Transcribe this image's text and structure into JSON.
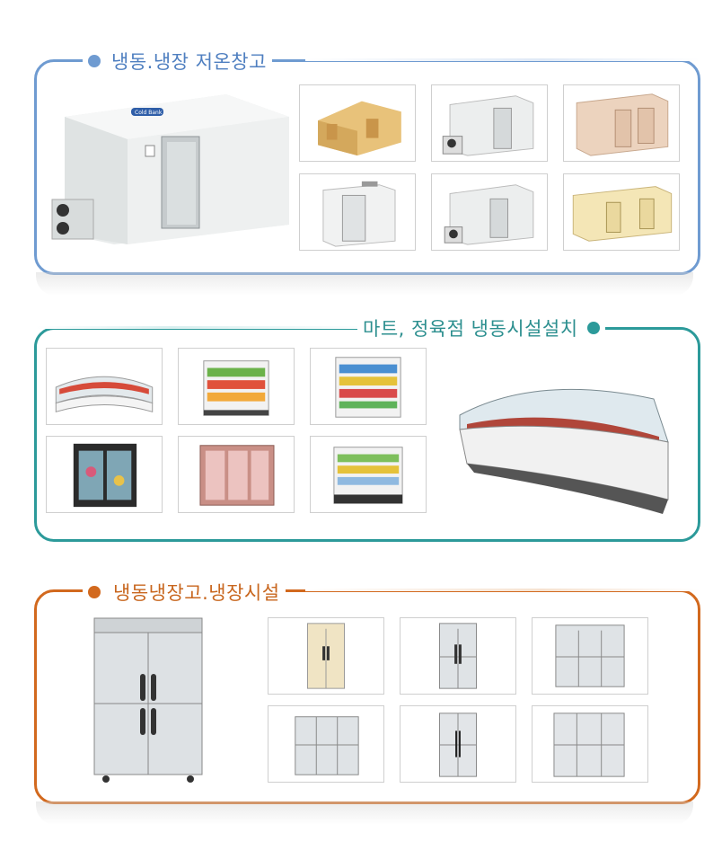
{
  "sections": [
    {
      "title": "냉동.냉장 저온창고",
      "color": "#6f9bd1",
      "images": [
        "cold-storage-main",
        "prefab-frame",
        "walk-in-room-white",
        "walk-in-room-beige",
        "walk-in-small-white",
        "walk-in-room-white-2",
        "walk-in-room-cream"
      ],
      "brand_text": "Cold Bank"
    },
    {
      "title": "마트, 정육점 냉동시설설치",
      "color": "#2c9a9a",
      "images": [
        "curved-display-case",
        "multideck-produce",
        "multideck-drinks",
        "flower-showcase-black",
        "flower-showcase-pink",
        "multideck-dairy",
        "meat-display-case-main"
      ]
    },
    {
      "title": "냉동냉장고.냉장시설",
      "color": "#d2691e",
      "images": [
        "four-door-fridge-main",
        "fridge-cream",
        "fridge-two-door",
        "fridge-six-door",
        "fridge-six-door-wide",
        "fridge-steel-two",
        "fridge-steel-six"
      ]
    }
  ]
}
